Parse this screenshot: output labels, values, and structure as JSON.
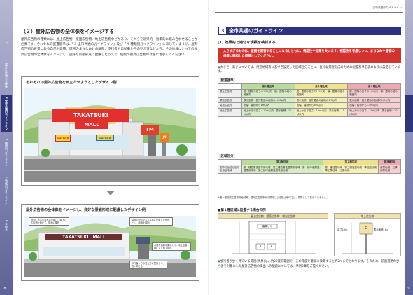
{
  "left_page": {
    "heading": "（３）屋外広告物の全体像をイメージする",
    "body": "屋外広告物の種類には、屋上広告物、壁面広告物、地上広告物などがあり、それらを効果的・効率的に組み合わせることが必要です。それぞれの配置基準は、「３ 全市共通のガイドライン」及び「４ 種類別ガイドライン」に示していますが、屋外広告物の背景にある自然や建物、周囲のまちなみとの調和、歩行者や自動車からの見え方などから、その地域にとっての屋外広告物の全体像をイメージし、良好な景観形成に配慮したうえで、個別の屋外広告物の計画に着手してください。",
    "figure_top": {
      "title": "それぞれの屋外広告物を目立たせようとしたデザイン例",
      "building_sign": "TAKATSUKI",
      "building_sign2": "MALL",
      "signs": [
        "SHOP-A",
        "SHOP-B",
        "TM",
        "JN"
      ]
    },
    "figure_bottom": {
      "title": "屋外広告物の全体像をイメージし、良好な景観形成に配慮したデザイン例",
      "building_sign": "TAKATSUKI　MALL",
      "callouts": [
        "背景にある山並みに配慮し、屋上に広告物を置かず、壁面に集約",
        "建物の色彩やまちなみに配慮した色彩とし、面積を抑制",
        "必要な情報を集約して、地上広告物にまとめて掲出",
        "歩行者からの見え方に配慮して、低く抑える"
      ]
    },
    "tabs": [
      "1",
      "屋外広告物の全体像",
      "3 全市共通のガイドライン",
      "4 種類別ガイドライン",
      "5 地域別ガイドライン",
      "6 手続き"
    ],
    "page_number": "8"
  },
  "right_page": {
    "running_header": "全市共通のガイドライン",
    "section_number": "3",
    "section_title": "全市共通のガイドライン",
    "sub_heading": "(1) 効果的で適切な規模を検討する",
    "alert": "大きすぎるものは、景観を阻害することになるとともに、視認性や効果を失います。視認性を考慮しつつ、まちなみや建物の規模に調和した規模としてください。",
    "bullet": "大きさ・高さについては、用途地域等に基づき設定した区域区分ごとに、良好な景観形成のための配置基準を表のように設定しています。",
    "table1_label": "【配置基準】",
    "table1": {
      "headers": [
        "",
        "第１種区域",
        "第２種区域",
        "第３種区域"
      ],
      "rows": [
        [
          "屋上広告物",
          "縦：建物の高さの1/3以内　横：建物の幅の範囲内",
          "縦：建物の高さの1/2以内　横：建物の幅の範囲内",
          "縦：建物の高さの1/2以内　横：建物の幅の範囲内"
        ],
        [
          "壁面広告物",
          "表示面積：各外壁面の面積の1/10以内",
          "表示面積：各外壁面の面積の1/5以内",
          "表示面積：各外壁面の面積の1/3以内"
        ],
        [
          "突出広告物",
          "出幅：建物から1m以内",
          "出幅：建物から1m以内",
          "出幅：建物から1.5m以内"
        ],
        [
          "地上広告物",
          "地上からの高さ：10m以内　表示面積：10㎡以内",
          "地上からの高さ：15m以内　表示面積：15㎡以内",
          "地上からの高さ：15m以内　表示面積：30㎡以内"
        ]
      ]
    },
    "table2_label": "【区域区分】",
    "table2": {
      "headers": [
        "",
        "第１種区域",
        "第２種区域",
        "第３種区域"
      ],
      "rows": [
        [
          "都市計画法に定める用途地域",
          "第一種低層住居専用地域　第二種低層住居専用地域　第一種中高層住居専用地域　第二種中高層住居専用地域",
          "第一種住居地域　第二種住居地域　準住居地域　準工業地域　工業地域",
          "商業地域　近隣商業地域"
        ]
      ]
    },
    "note": "※第一種低層住居専用地域等、屋外広告物条例の規定による禁止地域では、原則として表示できません。",
    "diagram_heading": "■第１種区域に設置する場合の例",
    "diagram_labels": [
      "屋上広告物・壁面広告物・突出広告物",
      "地上広告物"
    ],
    "diagram_building_sign": "高槻ビル",
    "diagram_shop_labels": [
      "A",
      "B"
    ],
    "diagram_dims": [
      "高さ10m",
      "C",
      "表示面積10㎡"
    ],
    "footer": "歩行者が歩く見ている範囲(視界)は、約20度の範囲で、この角度を意識に換算すると約2mまでとなります。そのため、前面道路の歩行者を対象にした屋外広告物の掲出への配慮については、準用2章をご覧ください。",
    "page_number": "9"
  }
}
